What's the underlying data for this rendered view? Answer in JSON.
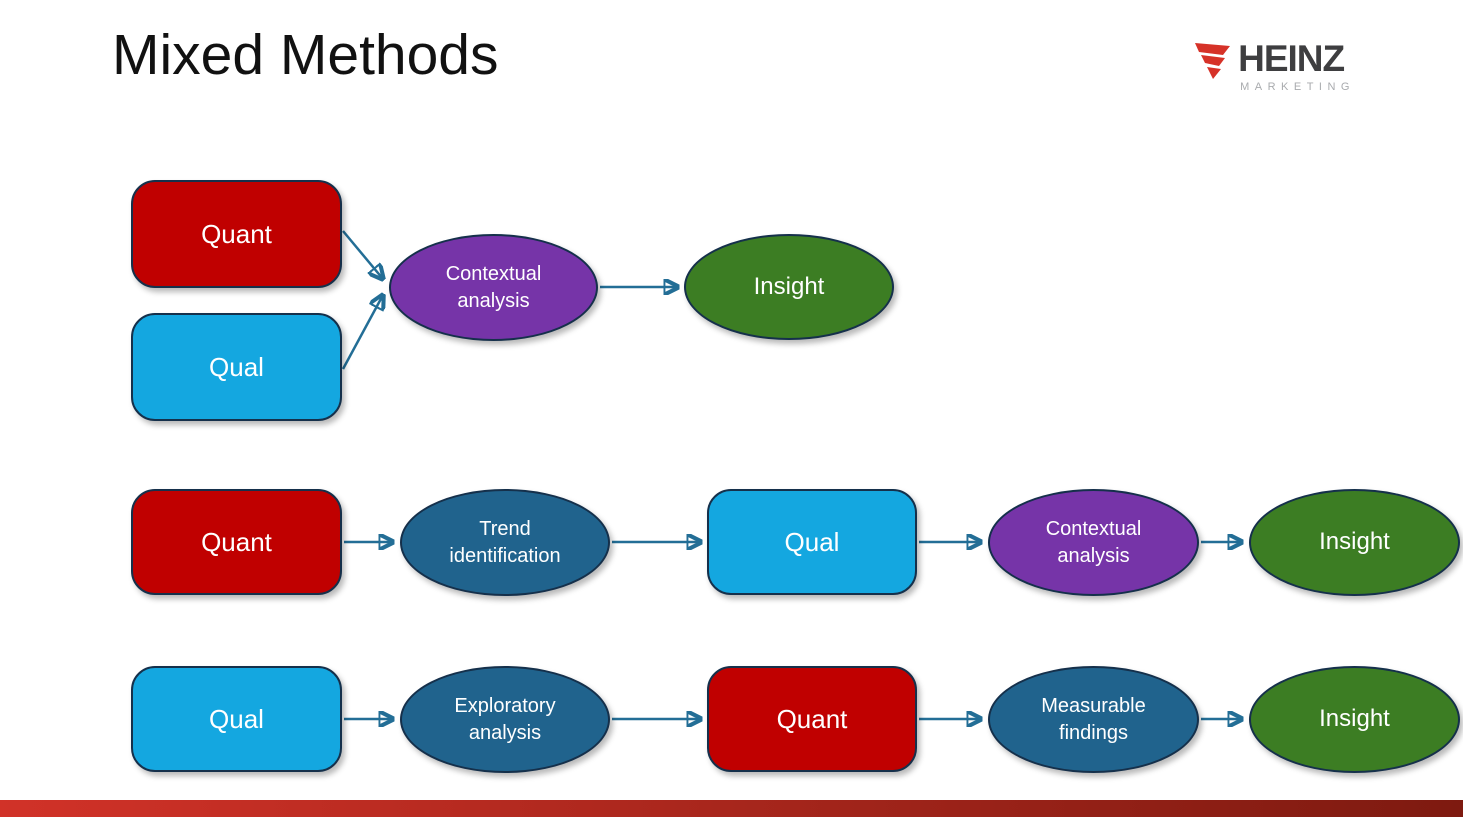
{
  "title": "Mixed Methods",
  "logo": {
    "name": "HEINZ",
    "subtitle": "MARKETING"
  },
  "colors": {
    "quant_red": "#C00000",
    "qual_blue": "#14A7E0",
    "analysis_purple": "#7634A8",
    "analysis_teal": "#20638D",
    "insight_green": "#3C7D23",
    "shape_border": "#15304B",
    "arrow": "#236E96",
    "logo_red": "#D63228",
    "logo_gray": "#3E3E40",
    "logo_light_gray": "#A9ABAE",
    "bar_left": "#D13228",
    "bar_right": "#7E1A10"
  },
  "diagram": {
    "row1": {
      "quant": "Quant",
      "qual": "Qual",
      "contextual": "Contextual analysis",
      "insight": "Insight"
    },
    "row2": {
      "quant": "Quant",
      "trend": "Trend identification",
      "qual": "Qual",
      "contextual": "Contextual analysis",
      "insight": "Insight"
    },
    "row3": {
      "qual": "Qual",
      "exploratory": "Exploratory analysis",
      "quant": "Quant",
      "measurable": "Measurable findings",
      "insight": "Insight"
    }
  }
}
